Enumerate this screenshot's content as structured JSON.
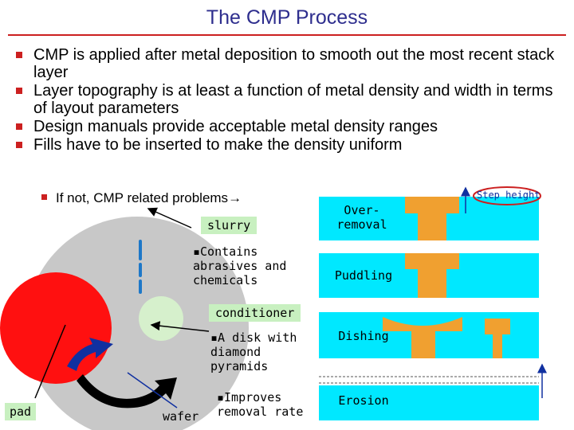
{
  "slide": {
    "title": "The CMP Process",
    "bullets": [
      "CMP is applied after metal deposition to smooth out the most recent stack layer",
      "Layer topography is at least a function of metal density and width in terms of layout parameters",
      "Design manuals provide acceptable metal density ranges",
      "Fills have to be inserted to make the density uniform"
    ],
    "sub_bullet": "If not, CMP related problems",
    "sub_bullet_arrow": "→"
  },
  "diagram": {
    "slurry_label": "slurry",
    "slurry_note": [
      "▪Contains",
      "abrasives and",
      "chemicals"
    ],
    "conditioner_label": "conditioner",
    "conditioner_note": [
      "▪A disk with",
      "diamond",
      "pyramids"
    ],
    "wafer_note": [
      "▪Improves",
      "removal rate"
    ],
    "pad_label": "pad",
    "wafer_label": "wafer",
    "step_height_label": "Step height",
    "panels": [
      {
        "label": [
          "Over-",
          "removal"
        ]
      },
      {
        "label": [
          "Puddling"
        ]
      },
      {
        "label": [
          "Dishing"
        ]
      },
      {
        "label": [
          "Erosion"
        ]
      }
    ],
    "colors": {
      "accent_red": "#cc2020",
      "title_blue": "#2e2e8e",
      "platen_gray": "#c8c8c8",
      "pad_red": "#ff1010",
      "conditioner_green": "#d6f0cc",
      "label_green": "#c8f0c0",
      "cyan": "#00e8ff",
      "metal_orange": "#f0a030",
      "arrow_blue": "#1030a0"
    }
  }
}
